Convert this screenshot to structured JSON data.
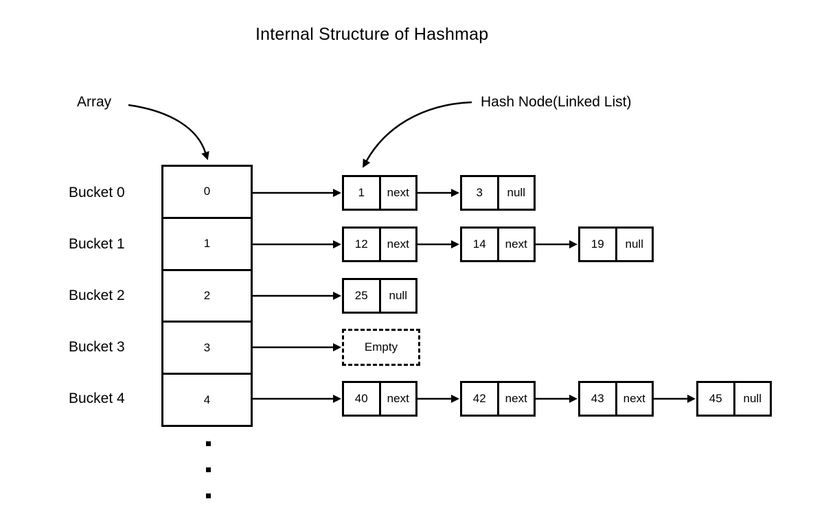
{
  "title": "Internal Structure of Hashmap",
  "annotations": {
    "array_label": "Array",
    "hash_node_label": "Hash Node(Linked List)"
  },
  "colors": {
    "stroke": "#000000",
    "background": "#ffffff",
    "text": "#000000"
  },
  "array_ellipsis": {
    "dot_count": 3
  },
  "buckets": [
    {
      "label": "Bucket 0",
      "index": "0",
      "nodes": [
        {
          "value": "1",
          "pointer": "next"
        },
        {
          "value": "3",
          "pointer": "null"
        }
      ]
    },
    {
      "label": "Bucket 1",
      "index": "1",
      "nodes": [
        {
          "value": "12",
          "pointer": "next"
        },
        {
          "value": "14",
          "pointer": "next"
        },
        {
          "value": "19",
          "pointer": "null"
        }
      ]
    },
    {
      "label": "Bucket 2",
      "index": "2",
      "nodes": [
        {
          "value": "25",
          "pointer": "null"
        }
      ]
    },
    {
      "label": "Bucket 3",
      "index": "3",
      "empty_label": "Empty",
      "nodes": []
    },
    {
      "label": "Bucket 4",
      "index": "4",
      "nodes": [
        {
          "value": "40",
          "pointer": "next"
        },
        {
          "value": "42",
          "pointer": "next"
        },
        {
          "value": "43",
          "pointer": "next"
        },
        {
          "value": "45",
          "pointer": "null"
        }
      ]
    }
  ]
}
